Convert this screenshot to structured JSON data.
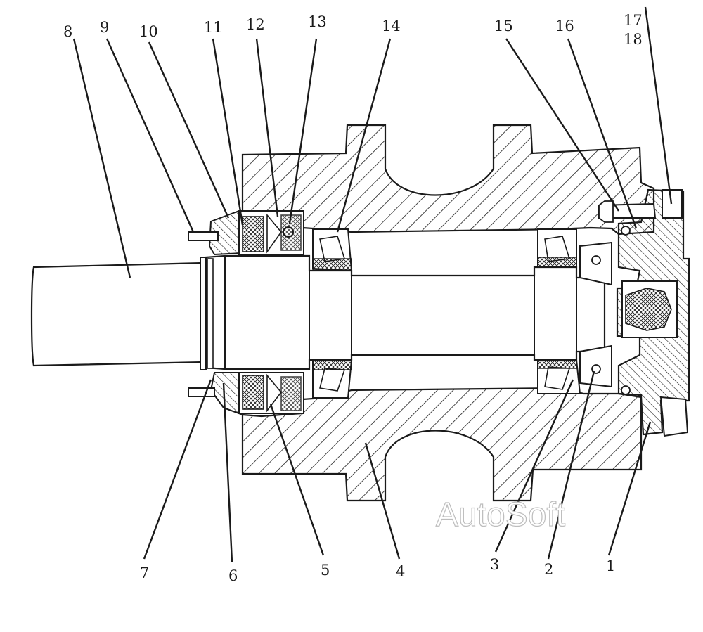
{
  "diagram": {
    "callouts": [
      {
        "id": "1",
        "text": "1"
      },
      {
        "id": "2",
        "text": "2"
      },
      {
        "id": "3",
        "text": "3"
      },
      {
        "id": "4",
        "text": "4"
      },
      {
        "id": "5",
        "text": "5"
      },
      {
        "id": "6",
        "text": "6"
      },
      {
        "id": "7",
        "text": "7"
      },
      {
        "id": "8",
        "text": "8"
      },
      {
        "id": "9",
        "text": "9"
      },
      {
        "id": "10",
        "text": "10"
      },
      {
        "id": "11",
        "text": "11"
      },
      {
        "id": "12",
        "text": "12"
      },
      {
        "id": "13",
        "text": "13"
      },
      {
        "id": "14",
        "text": "14"
      },
      {
        "id": "15",
        "text": "15"
      },
      {
        "id": "16",
        "text": "16"
      },
      {
        "id": "17",
        "text": "17"
      },
      {
        "id": "18",
        "text": "18"
      }
    ],
    "watermark": "AutoSoft",
    "colors": {
      "line": "#1a1a1a",
      "hatch": "#1a1a1a",
      "background": "#ffffff",
      "watermark_stroke": "#bdbdbd"
    }
  }
}
